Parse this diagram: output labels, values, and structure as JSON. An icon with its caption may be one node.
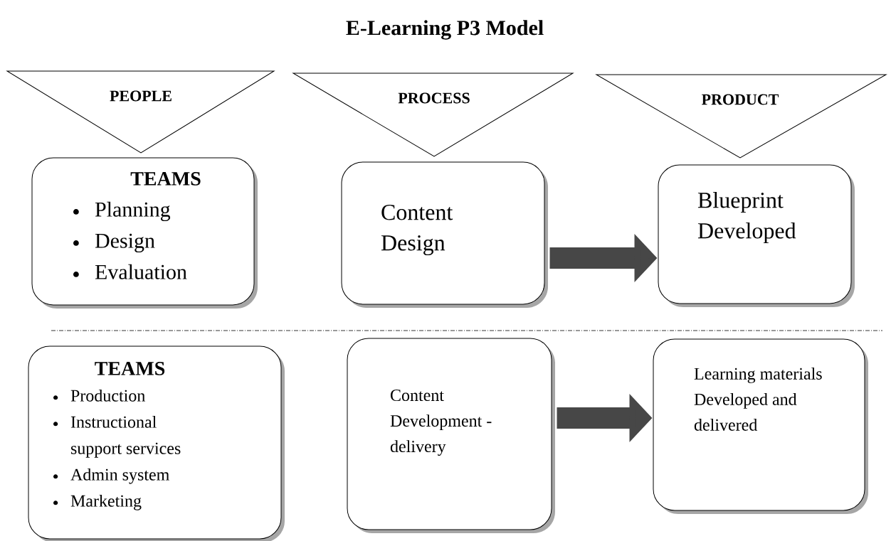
{
  "diagram": {
    "title": "E-Learning P3 Model",
    "nodes": [
      {
        "text": [
          "PEOPLE"
        ]
      },
      {
        "text": [
          "PROCESS"
        ]
      },
      {
        "text": [
          "PRODUCT"
        ]
      },
      {
        "text": [
          "TEAMS",
          "Planning",
          "Design",
          "Evaluation"
        ]
      },
      {
        "text": [
          "Content Design"
        ]
      },
      {
        "text": [
          "Blueprint Developed"
        ]
      },
      {
        "text": [
          "TEAMS",
          "Production",
          "Instructional support services",
          "Admin system",
          "Marketing"
        ]
      },
      {
        "text": [
          "Content Development - delivery"
        ]
      },
      {
        "text": [
          "Learning materials Developed and delivered"
        ]
      }
    ],
    "edges": [
      {
        "from": 4,
        "to": 5,
        "arrow": "to"
      },
      {
        "from": 7,
        "to": 8,
        "arrow": "to"
      }
    ]
  }
}
